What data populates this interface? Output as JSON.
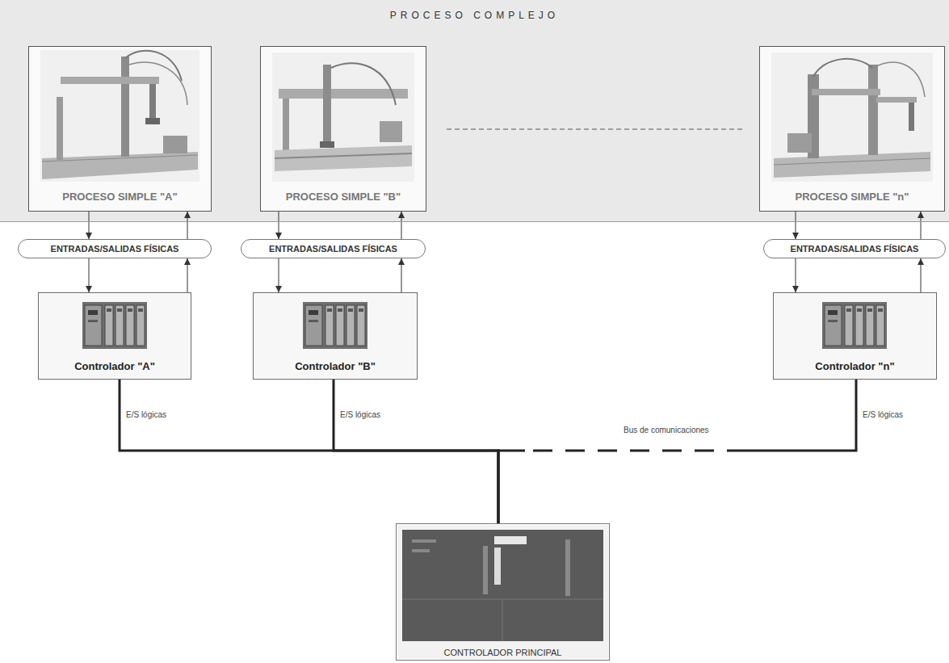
{
  "diagram": {
    "nodes": [
      {
        "text": [
          "PROCESO COMPLEJO"
        ]
      },
      {
        "text": [
          "PROCESO SIMPLE \"A\""
        ],
        "in": 0
      },
      {
        "text": [
          "PROCESO SIMPLE \"B\""
        ],
        "in": 0
      },
      {
        "text": [
          "PROCESO SIMPLE \"n\""
        ],
        "in": 0
      },
      {
        "text": [
          "ENTRADAS/SALIDAS FÍSICAS"
        ]
      },
      {
        "text": [
          "ENTRADAS/SALIDAS FÍSICAS"
        ]
      },
      {
        "text": [
          "ENTRADAS/SALIDAS FÍSICAS"
        ]
      },
      {
        "text": [
          "Controlador \"A\""
        ]
      },
      {
        "text": [
          "Controlador \"B\""
        ]
      },
      {
        "text": [
          "Controlador \"n\""
        ]
      },
      {
        "text": [
          "CONTROLADOR PRINCIPAL"
        ]
      }
    ],
    "edges": [
      {
        "from": 1,
        "to": 4,
        "arrow": "to"
      },
      {
        "from": 4,
        "to": 1,
        "arrow": "to"
      },
      {
        "from": 4,
        "to": 7,
        "arrow": "to"
      },
      {
        "from": 7,
        "to": 4,
        "arrow": "to"
      },
      {
        "from": 2,
        "to": 5,
        "arrow": "to"
      },
      {
        "from": 5,
        "to": 2,
        "arrow": "to"
      },
      {
        "from": 5,
        "to": 8,
        "arrow": "to"
      },
      {
        "from": 8,
        "to": 5,
        "arrow": "to"
      },
      {
        "from": 3,
        "to": 6,
        "arrow": "to"
      },
      {
        "from": 6,
        "to": 3,
        "arrow": "to"
      },
      {
        "from": 6,
        "to": 9,
        "arrow": "to"
      },
      {
        "from": 9,
        "to": 6,
        "arrow": "to"
      },
      {
        "from": 7,
        "to": 10,
        "label": "E/S lógicas",
        "arrow": "none"
      },
      {
        "from": 8,
        "to": 10,
        "label": "E/S lógicas",
        "arrow": "none"
      },
      {
        "from": 9,
        "to": 10,
        "label": "E/S lógicas",
        "arrow": "none"
      }
    ],
    "labels": [
      "Bus de comunicaciones"
    ]
  }
}
